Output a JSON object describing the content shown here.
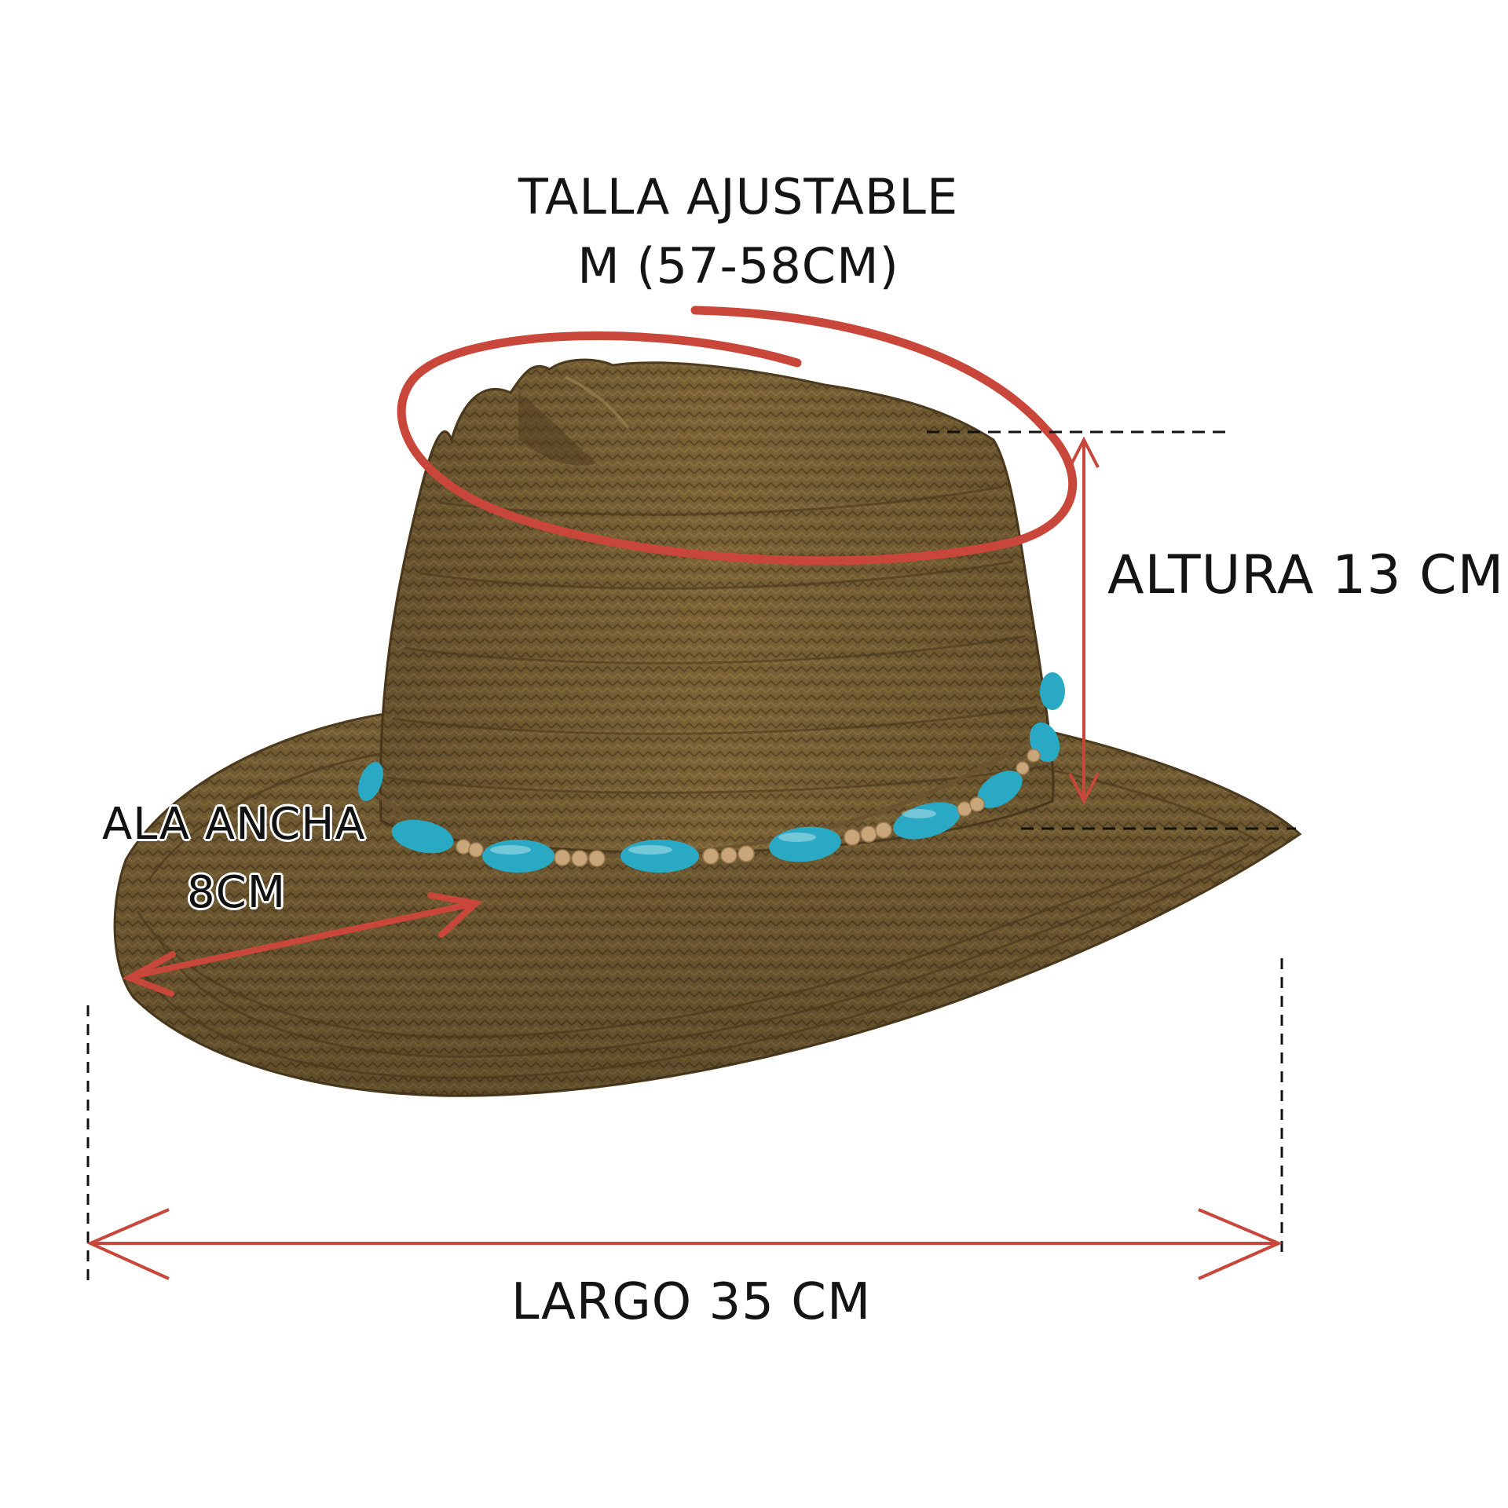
{
  "labels": {
    "size_title": "TALLA  AJUSTABLE",
    "size_value": "M (57-58CM)",
    "height": "ALTURA 13 CM",
    "brim_title": "ALA  ANCHA",
    "brim_value": "8CM",
    "length": "LARGO 35 CM"
  },
  "colors": {
    "background": "#ffffff",
    "straw": "#7a6236",
    "straw_dark": "#5b4624",
    "annotation_red": "#c9463a",
    "bead_turquoise": "#2aa9c4",
    "bead_wood": "#c9a57a",
    "text": "#141414"
  }
}
